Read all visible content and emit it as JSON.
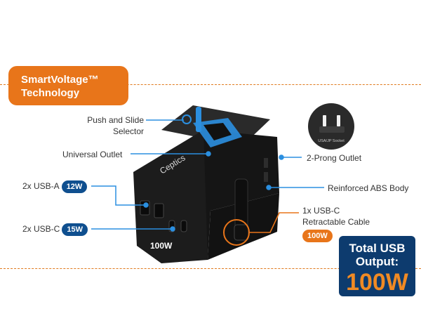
{
  "badge": {
    "line1": "SmartVoltage™",
    "line2": "Technology"
  },
  "labels": {
    "push_slide_1": "Push and Slide",
    "push_slide_2": "Selector",
    "universal_outlet": "Universal Outlet",
    "usb_a": "2x USB-A",
    "usb_a_watt": "12W",
    "usb_c": "2x USB-C",
    "usb_c_watt": "15W",
    "two_prong": "2-Prong Outlet",
    "abs_body": "Reinforced ABS Body",
    "retract_1": "1x USB-C",
    "retract_2": "Retractable Cable",
    "retract_watt": "100W"
  },
  "socket_caption": "USA/JP Socket",
  "device": {
    "brand": "Ceptics",
    "wattage": "100W"
  },
  "total": {
    "line1": "Total USB",
    "line2": "Output:",
    "value": "100W"
  },
  "colors": {
    "orange": "#e8751a",
    "navy": "#0d3b6e",
    "blue": "#0f4f8f",
    "accent_blue": "#2b8fe0",
    "device": "#1c1c1c"
  }
}
